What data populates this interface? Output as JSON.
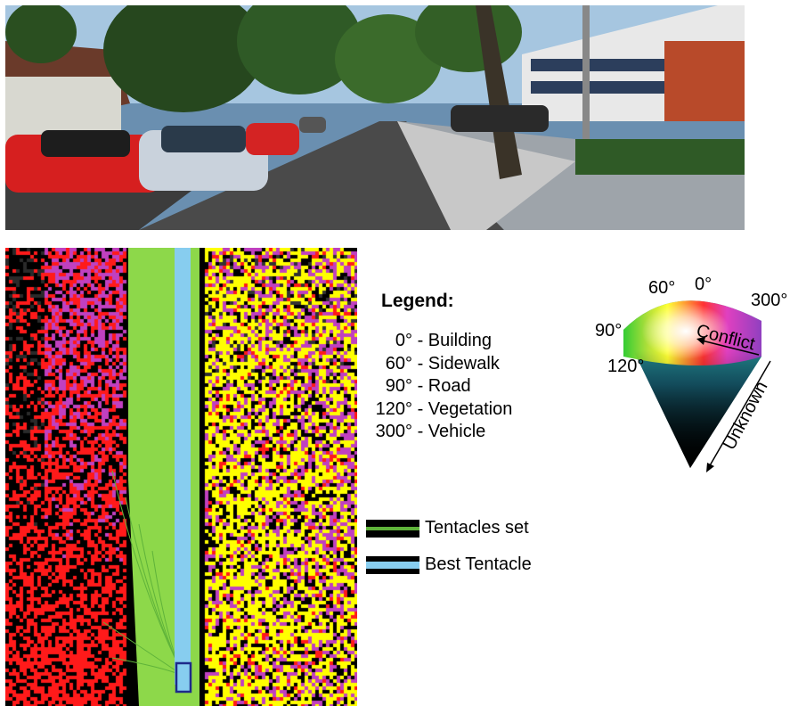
{
  "legend": {
    "title": "Legend:",
    "items": [
      {
        "angle": "0°",
        "label": "- Building"
      },
      {
        "angle": "60°",
        "label": "- Sidewalk"
      },
      {
        "angle": "90°",
        "label": "- Road"
      },
      {
        "angle": "120°",
        "label": "- Vegetation"
      },
      {
        "angle": "300°",
        "label": "- Vehicle"
      }
    ]
  },
  "tentacles": [
    {
      "label": "Tentacles set",
      "color": "#5fb33a"
    },
    {
      "label": "Best Tentacle",
      "color": "#87cdef"
    }
  ],
  "cone": {
    "labels": {
      "deg0": "0°",
      "deg60": "60°",
      "deg90": "90°",
      "deg120": "120°",
      "deg300": "300°",
      "conflict": "Conflict",
      "unknown": "Unknown"
    }
  },
  "colors": {
    "building": "#ff1a1a",
    "sidewalk": "#ffff00",
    "road": "#b05ad0",
    "vegetation": "#8dd84a",
    "vehicle": "#c040c0",
    "tentacle_set": "#5fb33a",
    "best_tentacle": "#87cdef"
  }
}
